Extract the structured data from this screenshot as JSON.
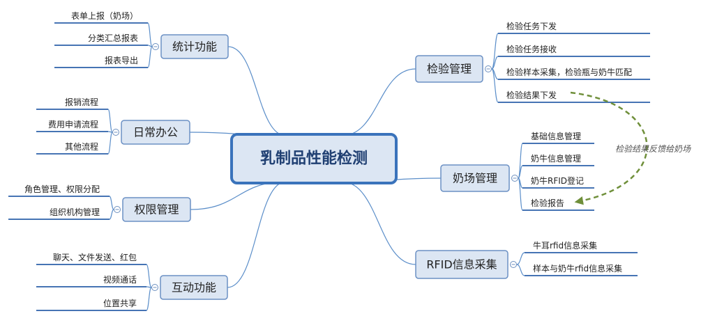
{
  "root": {
    "label": "乳制品性能检测"
  },
  "branches": {
    "stats": {
      "label": "统计功能",
      "items": [
        "表单上报（奶场）",
        "分类汇总报表",
        "报表导出"
      ]
    },
    "office": {
      "label": "日常办公",
      "items": [
        "报销流程",
        "费用申请流程",
        "其他流程"
      ]
    },
    "perm": {
      "label": "权限管理",
      "items": [
        "角色管理、权限分配",
        "组织机构管理"
      ]
    },
    "interact": {
      "label": "互动功能",
      "items": [
        "聊天、文件发送、红包",
        "视频通话",
        "位置共享"
      ]
    },
    "inspect": {
      "label": "检验管理",
      "items": [
        "检验任务下发",
        "检验任务接收",
        "检验样本采集，检验瓶与奶牛匹配",
        "检验结果下发"
      ]
    },
    "farm": {
      "label": "奶场管理",
      "items": [
        "基础信息管理",
        "奶牛信息管理",
        "奶牛RFID登记",
        "检验报告"
      ]
    },
    "rfid": {
      "label": "RFID信息采集",
      "items": [
        "牛耳rfid信息采集",
        "样本与奶牛rfid信息采集"
      ]
    }
  },
  "feedback": {
    "label": "检验结果反馈给奶场"
  }
}
